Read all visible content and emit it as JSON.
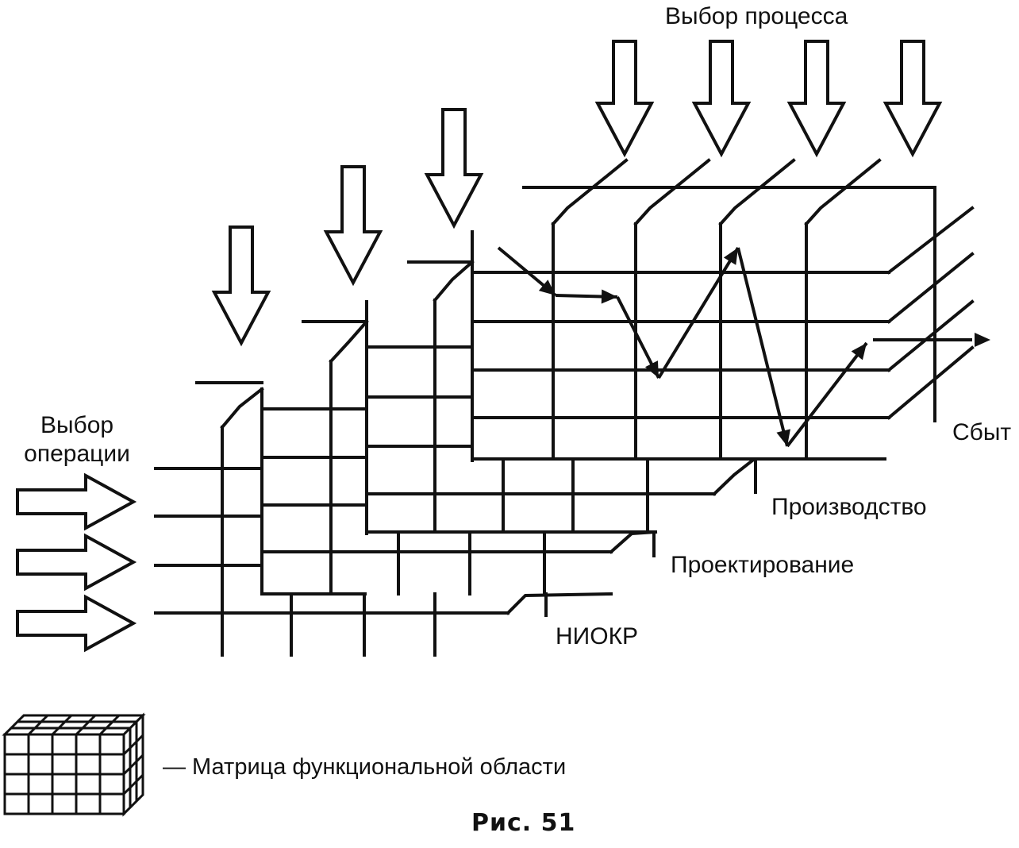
{
  "labels": {
    "process_selection": "Выбор процесса",
    "operation_selection_line1": "Выбор",
    "operation_selection_line2": "операции",
    "stage_sales": "Сбыт",
    "stage_production": "Производство",
    "stage_design": "Проектирование",
    "stage_rnd": "НИОКР",
    "legend": "— Матрица функциональной области",
    "caption": "Рис. 51"
  },
  "process_arrow_count": 7,
  "operation_arrow_count": 3,
  "colors": {
    "ink": "#111111",
    "paper": "#ffffff"
  }
}
